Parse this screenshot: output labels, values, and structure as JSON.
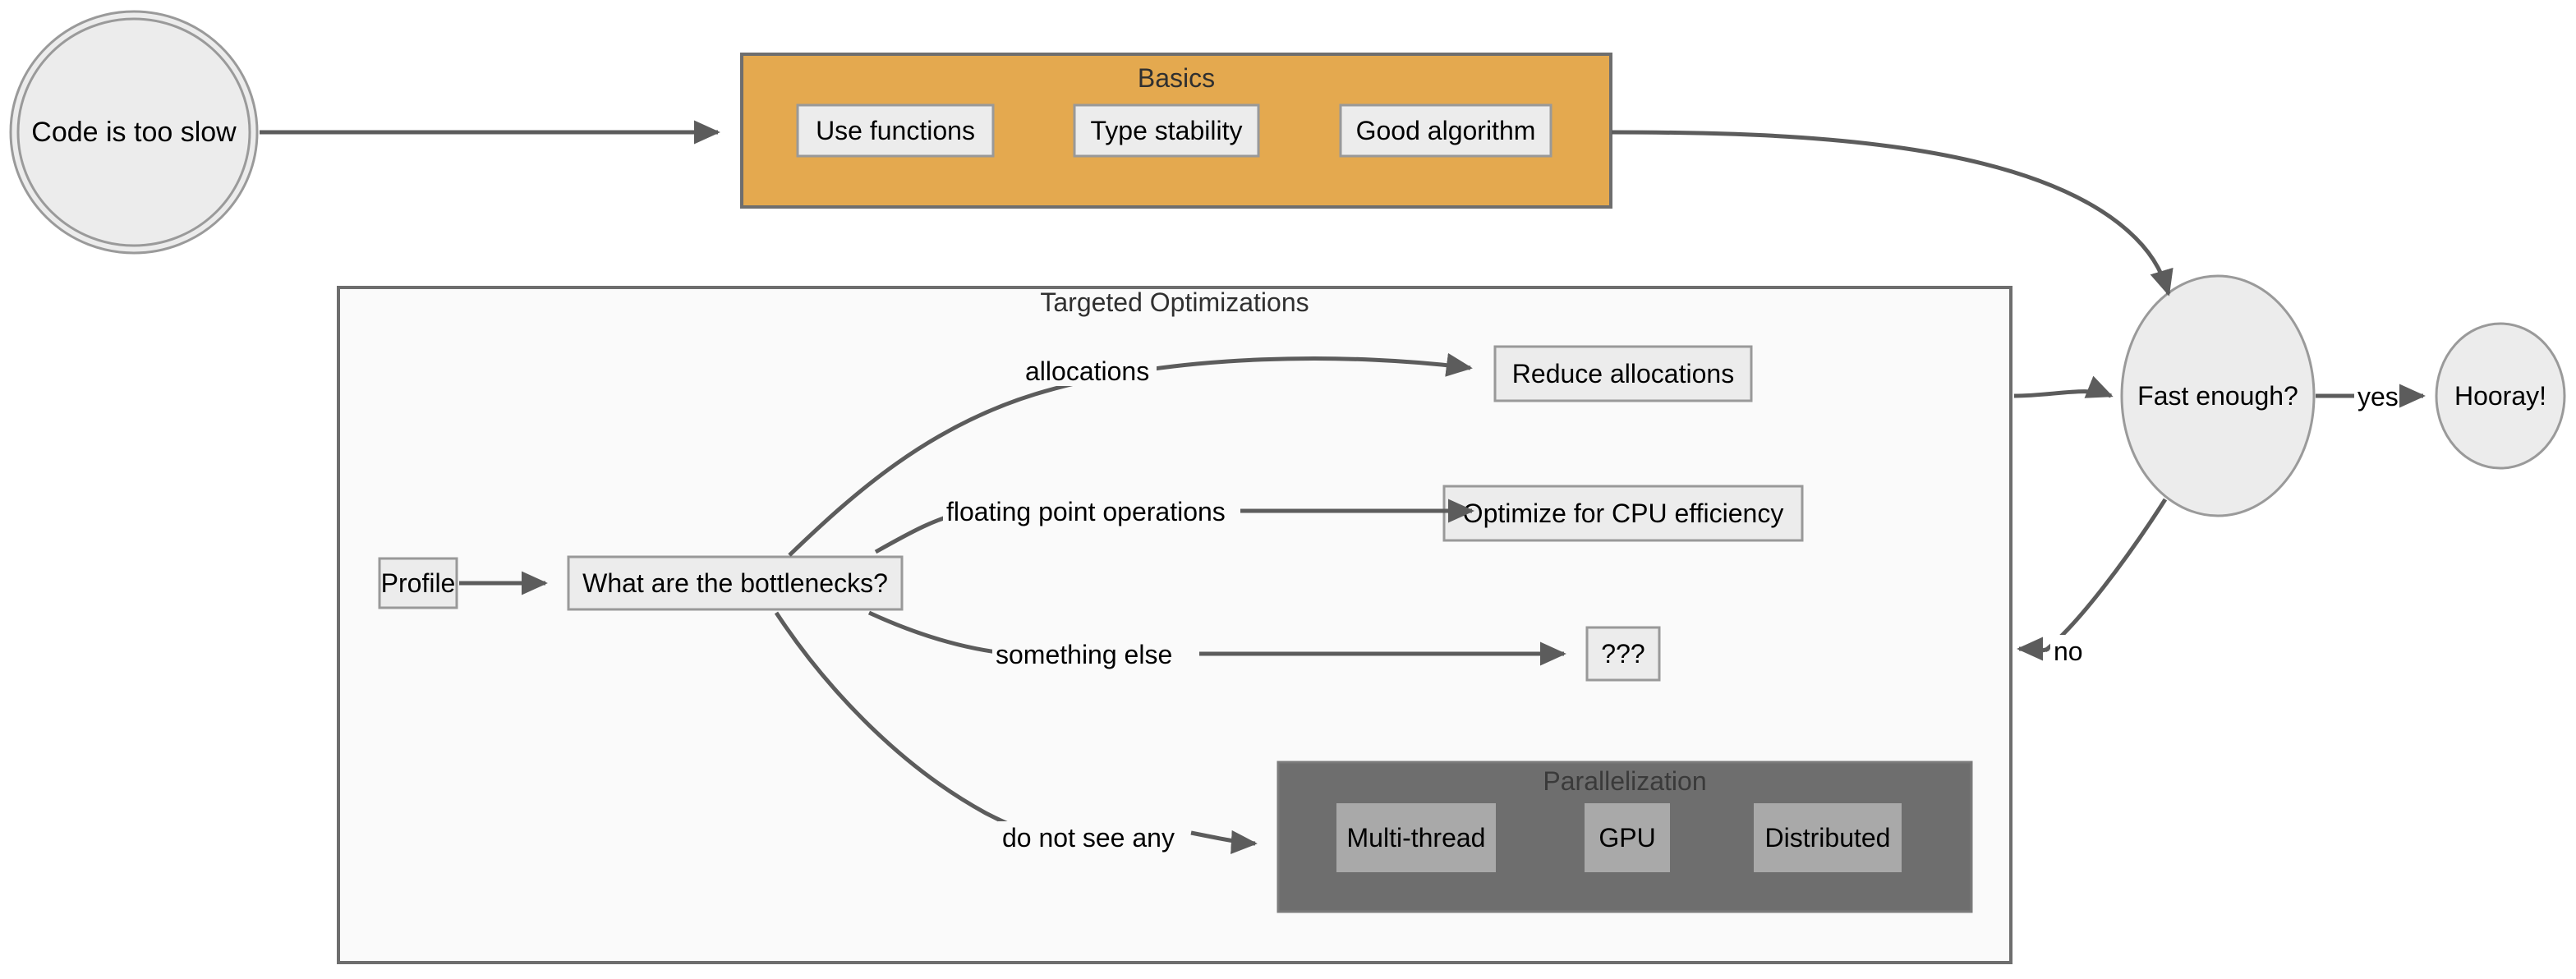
{
  "diagram": {
    "title": "Code performance optimization flowchart",
    "type": "flowchart",
    "colors": {
      "basics_cluster_fill": "#E4A94F",
      "targeted_cluster_fill": "#FAFAFA",
      "parallel_cluster_fill": "#6E6E6E",
      "node_fill": "#ECECEC",
      "parallel_node_fill": "#A9A9A9",
      "edge_stroke": "#5C5C5C",
      "border_stroke": "#6E6E6E"
    }
  },
  "nodes": {
    "start": {
      "label": "Code is too slow",
      "shape": "doublecircle"
    },
    "profile": {
      "label": "Profile",
      "shape": "box"
    },
    "bottlenecks": {
      "label": "What are the bottlenecks?",
      "shape": "box"
    },
    "reduce_allocations": {
      "label": "Reduce allocations",
      "shape": "box"
    },
    "optimize_cpu": {
      "label": "Optimize for CPU efficiency",
      "shape": "box"
    },
    "unknown": {
      "label": "???",
      "shape": "box"
    },
    "fast_enough": {
      "label": "Fast enough?",
      "shape": "ellipse"
    },
    "hooray": {
      "label": "Hooray!",
      "shape": "ellipse"
    }
  },
  "clusters": {
    "basics": {
      "title": "Basics",
      "nodes": [
        {
          "label": "Use functions"
        },
        {
          "label": "Type stability"
        },
        {
          "label": "Good algorithm"
        }
      ]
    },
    "targeted": {
      "title": "Targeted Optimizations"
    },
    "parallelization": {
      "title": "Parallelization",
      "nodes": [
        {
          "label": "Multi-thread"
        },
        {
          "label": "GPU"
        },
        {
          "label": "Distributed"
        }
      ]
    }
  },
  "edge_labels": {
    "allocations": "allocations",
    "floating_point": "floating point operations",
    "something_else": "something else",
    "do_not_see_any": "do not see any",
    "yes": "yes",
    "no": "no"
  },
  "edges": [
    {
      "from": "start",
      "to": "basics",
      "label": ""
    },
    {
      "from": "basics",
      "to": "fast_enough",
      "label": ""
    },
    {
      "from": "profile",
      "to": "bottlenecks",
      "label": ""
    },
    {
      "from": "bottlenecks",
      "to": "reduce_allocations",
      "label": "allocations"
    },
    {
      "from": "bottlenecks",
      "to": "optimize_cpu",
      "label": "floating point operations"
    },
    {
      "from": "bottlenecks",
      "to": "unknown",
      "label": "something else"
    },
    {
      "from": "bottlenecks",
      "to": "parallelization",
      "label": "do not see any"
    },
    {
      "from": "targeted",
      "to": "fast_enough",
      "label": ""
    },
    {
      "from": "fast_enough",
      "to": "hooray",
      "label": "yes"
    },
    {
      "from": "fast_enough",
      "to": "targeted",
      "label": "no"
    }
  ]
}
